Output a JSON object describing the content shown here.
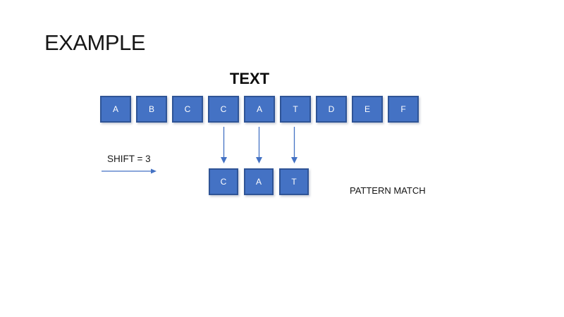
{
  "slide": {
    "title": "EXAMPLE",
    "text_section": {
      "heading": "TEXT",
      "cells": [
        "A",
        "B",
        "C",
        "C",
        "A",
        "T",
        "D",
        "E",
        "F"
      ]
    },
    "shift": {
      "label": "SHIFT = 3"
    },
    "pattern_section": {
      "cells": [
        "C",
        "A",
        "T"
      ],
      "match_label": "PATTERN MATCH"
    },
    "colors": {
      "cell_fill": "#4472C4",
      "cell_border": "#2F5496",
      "cell_text": "#FFFFFF",
      "arrow": "#4472C4"
    }
  }
}
